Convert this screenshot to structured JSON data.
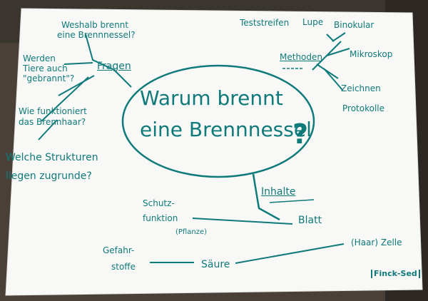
{
  "center": {
    "line1": "Warum brennt",
    "line2": "eine Brennnessel",
    "question_mark": "?"
  },
  "fragen": {
    "label": "Fragen",
    "q1_line1": "Weshalb brennt",
    "q1_line2": "eine Brennnessel?",
    "q2_line1": "Werden",
    "q2_line2": "Tiere auch",
    "q2_line3": "\"gebrannt\"?",
    "q3_line1": "Wie funktioniert",
    "q3_line2": "das Brennhaar?",
    "q4_line1": "Welche Strukturen",
    "q4_line2": "liegen zugrunde?"
  },
  "methoden": {
    "label": "Methoden",
    "items": [
      "Teststreifen",
      "Lupe",
      "Binokular",
      "Mikroskop",
      "Zeichnen",
      "Protokolle"
    ]
  },
  "inhalte": {
    "label": "Inhalte",
    "blatt": "Blatt",
    "schutz_line1": "Schutz-",
    "schutz_line2": "funktion",
    "schutz_suffix": "(Pflanze)",
    "zelle": "(Haar) Zelle",
    "saeure": "Säure",
    "gefahr_line1": "Gefahr-",
    "gefahr_line2": "stoffe"
  },
  "signature": "Finck-Sed"
}
